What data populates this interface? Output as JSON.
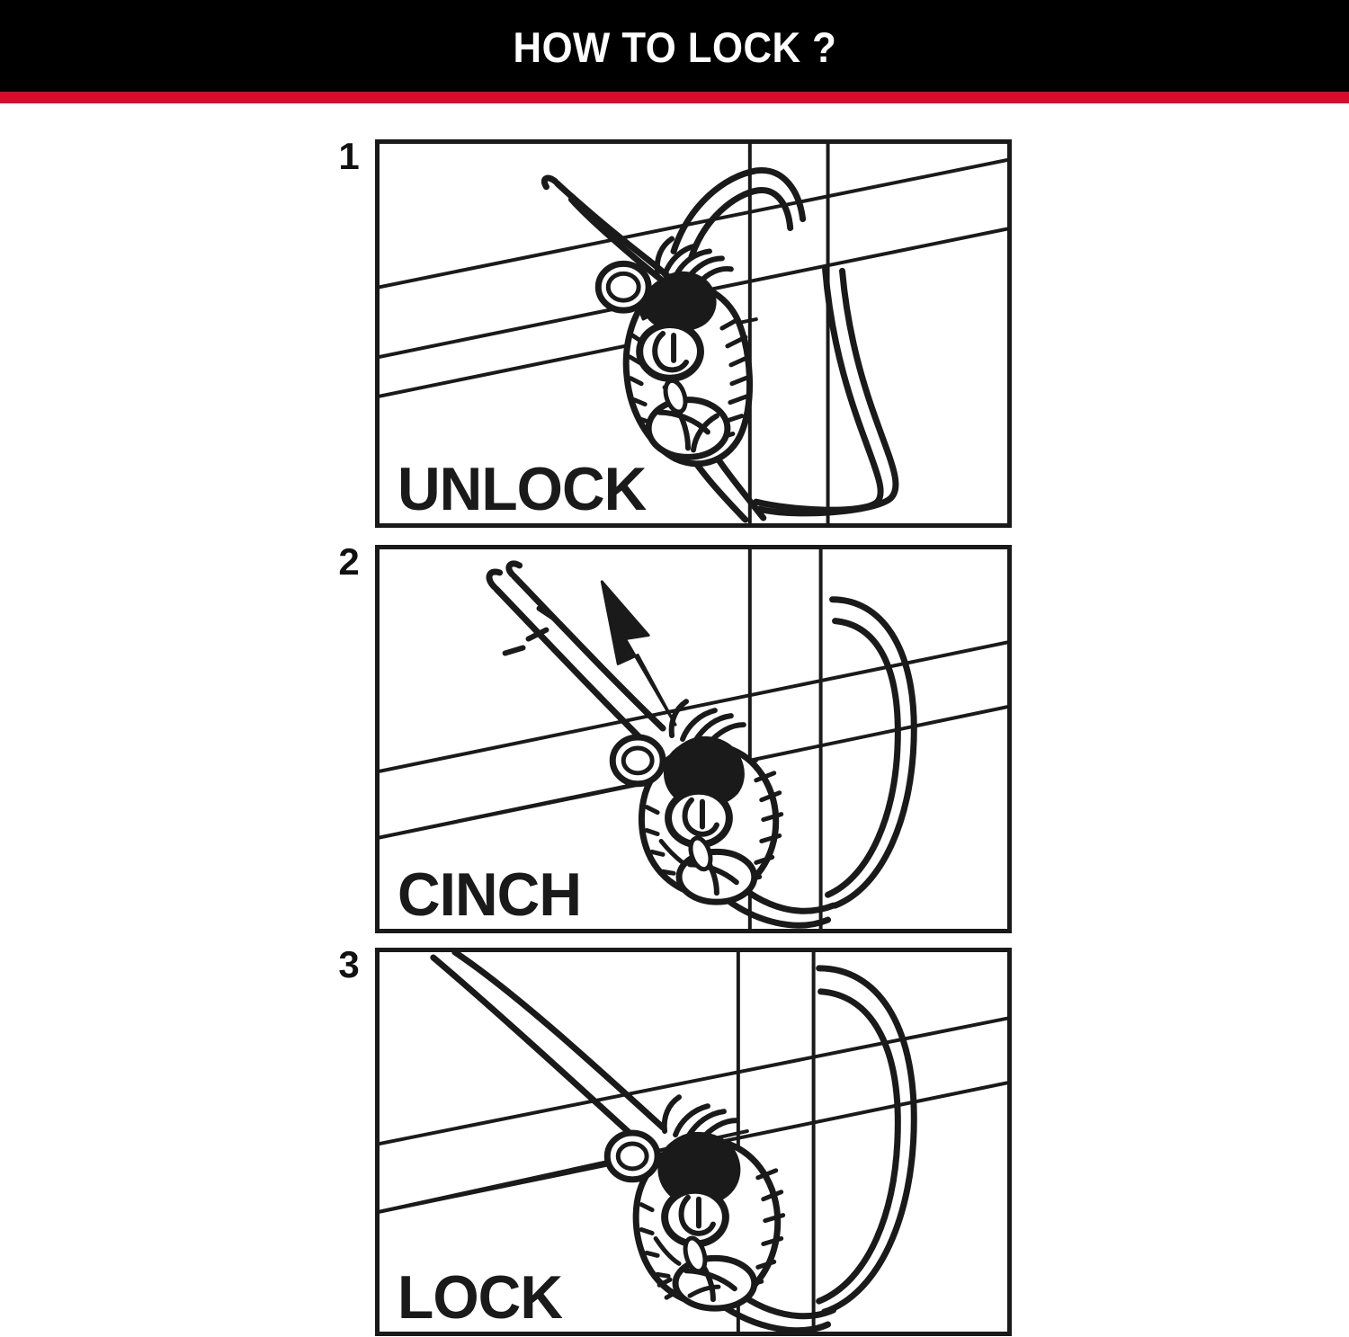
{
  "header": {
    "title": "HOW TO LOCK ?",
    "banner_color": "#000000",
    "text_color": "#ffffff",
    "rule_color": "#D80B2A"
  },
  "steps": [
    {
      "number": "1",
      "caption": "UNLOCK",
      "illustration": "bungee-cord-lock-open-on-rack",
      "has_arrow": false
    },
    {
      "number": "2",
      "caption": "CINCH",
      "illustration": "bungee-cord-lock-being-pulled-on-rack",
      "has_arrow": true,
      "arrow_direction": "up-left"
    },
    {
      "number": "3",
      "caption": "LOCK",
      "illustration": "bungee-cord-lock-closed-on-rack",
      "has_arrow": false
    }
  ],
  "colors": {
    "ink": "#1a1a1a",
    "paper": "#ffffff",
    "accent_red": "#D80B2A"
  }
}
